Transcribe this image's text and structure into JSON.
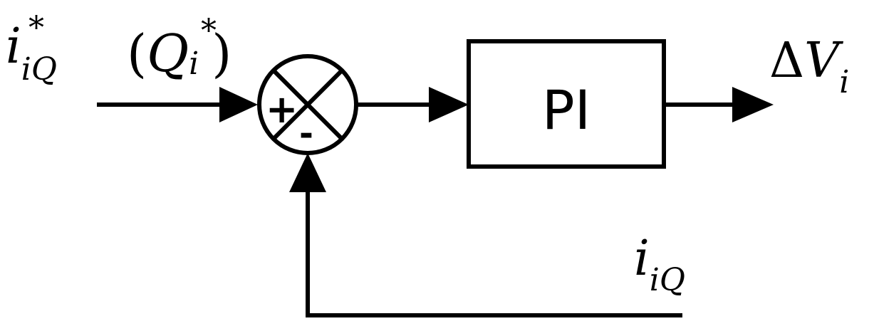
{
  "colors": {
    "line": "#000000",
    "background": "#ffffff"
  },
  "input": {
    "symbol": "i",
    "subscript": "iQ",
    "superscript": "*"
  },
  "alt_input": {
    "open_paren": "(",
    "symbol": "Q",
    "subscript": "i",
    "superscript": "*",
    "close_paren": ")"
  },
  "summing_junction": {
    "plus_sign": "+",
    "minus_sign": "-"
  },
  "pi_block": {
    "label": "PI"
  },
  "output": {
    "delta": "Δ",
    "symbol": "V",
    "subscript": "i"
  },
  "feedback": {
    "symbol": "i",
    "subscript": "iQ"
  }
}
